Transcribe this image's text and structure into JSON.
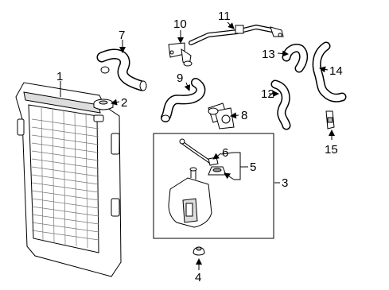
{
  "callouts": {
    "c1": "1",
    "c2": "2",
    "c3": "3",
    "c4": "4",
    "c5": "5",
    "c6": "6",
    "c7": "7",
    "c8": "8",
    "c9": "9",
    "c10": "10",
    "c11": "11",
    "c12": "12",
    "c13": "13",
    "c14": "14",
    "c15": "15"
  },
  "colors": {
    "line": "#000000",
    "part_fill": "#ffffff",
    "shade": "#d9d9d9"
  }
}
